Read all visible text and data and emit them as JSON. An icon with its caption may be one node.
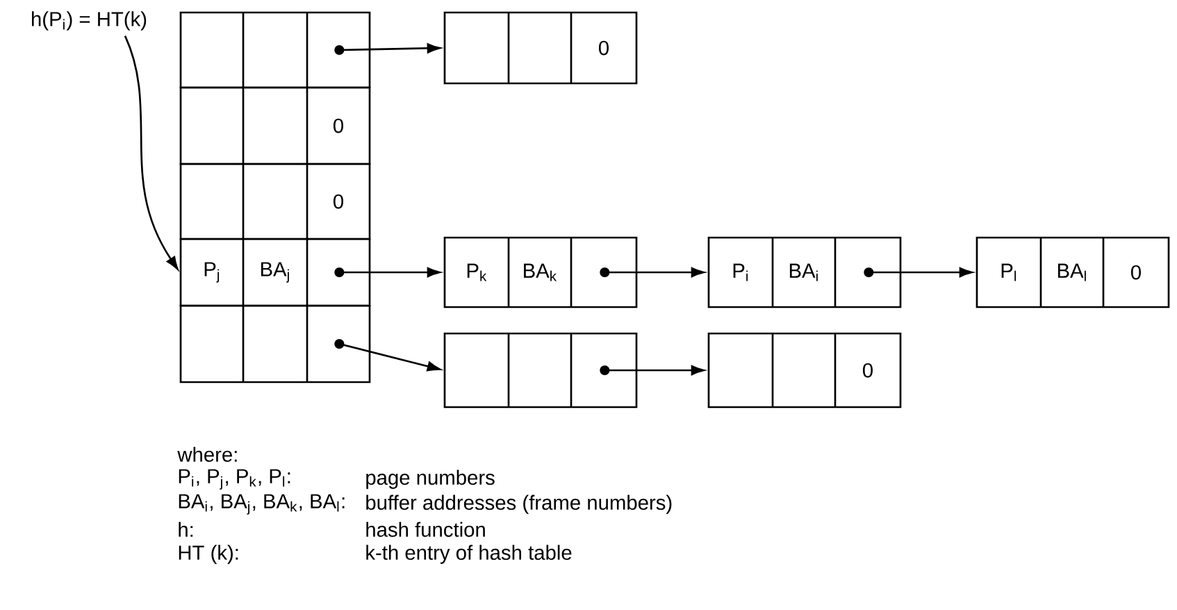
{
  "diagram": {
    "nodes": [
      {
        "text": [
          "h(P$_{i}$) = HT(k)"
        ]
      },
      {
        "text": [],
        "shape": "box"
      },
      {
        "text": [
          "0"
        ]
      },
      {
        "text": [
          "0"
        ]
      },
      {
        "text": [
          "P$_{j}$",
          "BA$_{j}$"
        ]
      },
      {
        "text": [],
        "shape": "box"
      },
      {
        "text": [
          "0"
        ]
      },
      {
        "text": [
          "P$_{k}$",
          "BA$_{k}$"
        ]
      },
      {
        "text": [
          "P$_{i}$",
          "BA$_{i}$"
        ]
      },
      {
        "text": [
          "P$_{l}$",
          "BA$_{l}$",
          "0"
        ]
      },
      {
        "text": [],
        "shape": "box"
      },
      {
        "text": [
          "0"
        ]
      }
    ],
    "edges": [
      {
        "from": 0,
        "to": 4,
        "arrow": "to"
      },
      {
        "from": 1,
        "to": 6,
        "arrow": "to"
      },
      {
        "from": 4,
        "to": 7,
        "arrow": "to"
      },
      {
        "from": 7,
        "to": 8,
        "arrow": "to"
      },
      {
        "from": 8,
        "to": 9,
        "arrow": "to"
      },
      {
        "from": 5,
        "to": 10,
        "arrow": "to"
      },
      {
        "from": 10,
        "to": 11,
        "arrow": "to"
      }
    ],
    "labels": [
      "where:",
      "P$_{i}$, P$_{j}$, P$_{k}$, P$_{l}$:",
      "page numbers",
      "BA$_{i}$, BA$_{j}$, BA$_{k}$, BA$_{l}$:",
      "buffer addresses (frame numbers)",
      "h:",
      "hash function",
      "HT (k):",
      "k-th entry of hash table"
    ]
  }
}
